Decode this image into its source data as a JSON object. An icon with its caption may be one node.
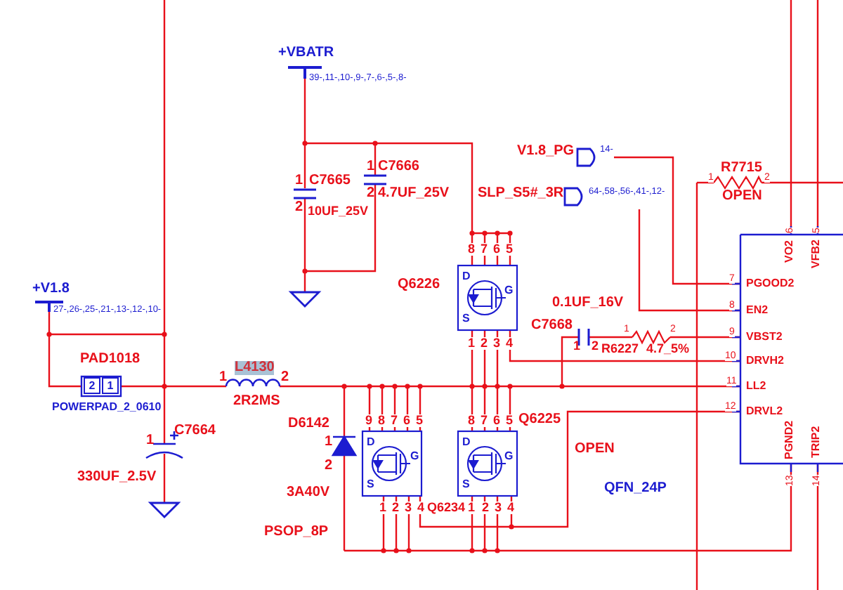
{
  "diagram": {
    "labels": [
      "+VBATR",
      "39-,11-,10-,9-,7-,6-,5-,8-",
      "V1.8_PG",
      "14-",
      "1",
      "R7715",
      "2",
      "SLP_S5#_3R",
      "64-,58-,56-,41-,12-",
      "OPEN",
      "1",
      "C7666",
      "2",
      "4.7UF_25V",
      "1",
      "C7665",
      "2",
      "10UF_25V",
      "6",
      "VO2",
      "5",
      "VFB2",
      "8",
      "7",
      "6",
      "5",
      "D",
      "G",
      "S",
      "+V1.8",
      "Q6226",
      "27-,26-,25-,21-,13-,12-,10-",
      "7",
      "PGOOD2",
      "8",
      "EN2",
      "0.1UF_16V",
      "C7668",
      "1",
      "2",
      "1",
      "2",
      "R6227",
      "4.7_5%",
      "9",
      "VBST2",
      "1",
      "2",
      "3",
      "4",
      "PAD1018",
      "10",
      "DRVH2",
      "L4130",
      "1",
      "2",
      "2",
      "1",
      "11",
      "LL2",
      "POWERPAD_2_0610",
      "2R2MS",
      "12",
      "DRVL2",
      "9",
      "8",
      "7",
      "6",
      "5",
      "8",
      "7",
      "6",
      "5",
      "Q6225",
      "C7664",
      "1",
      "D6142",
      "1",
      "OPEN",
      "D",
      "G",
      "S",
      "Q6234",
      "D",
      "G",
      "S",
      "2",
      "330UF_2.5V",
      "3A40V",
      "PGND2",
      "13",
      "TRIP2",
      "14",
      "QFN_24P",
      "1",
      "2",
      "3",
      "4",
      "1",
      "2",
      "3",
      "4",
      "PSOP_8P"
    ]
  }
}
